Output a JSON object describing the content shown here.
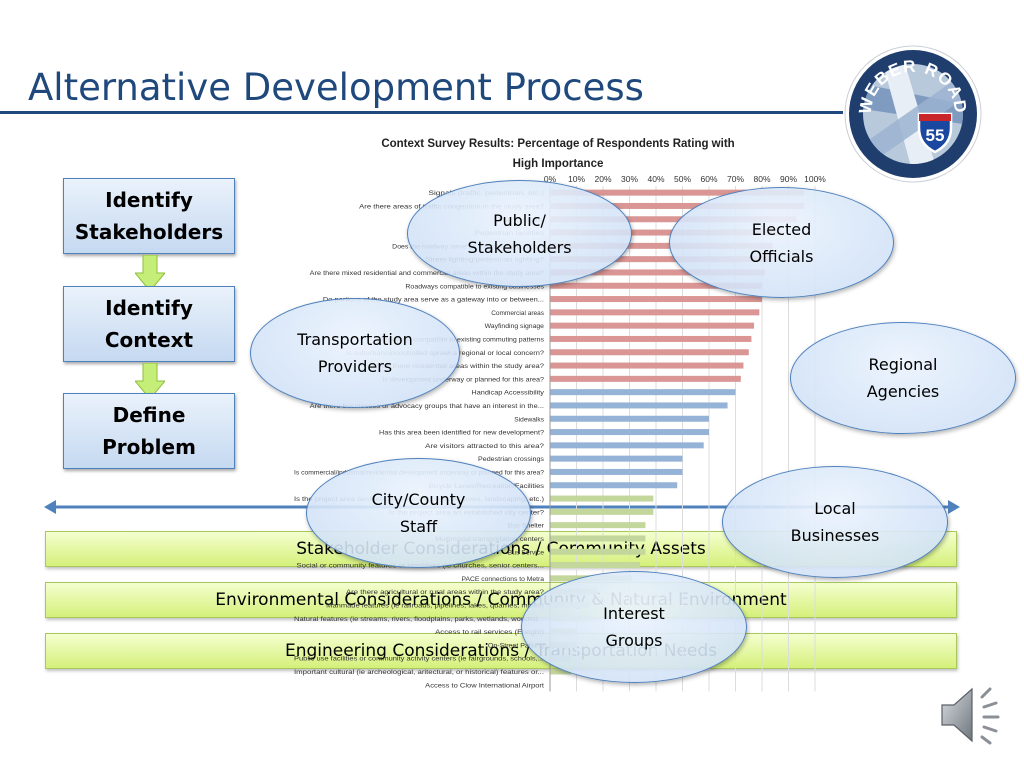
{
  "slide": {
    "title": "Alternative Development Process"
  },
  "logo": {
    "text": "WEBER ROAD",
    "shield_number": "55"
  },
  "steps": [
    {
      "label": "Identify\nStakeholders"
    },
    {
      "label": "Identify\nContext"
    },
    {
      "label": "Define\nProblem"
    }
  ],
  "bands": [
    {
      "label": "Stakeholder Considerations / Community Assets"
    },
    {
      "label": "Environmental Considerations / Community & Natural Environment"
    },
    {
      "label": "Engineering Considerations / Transportation Needs"
    }
  ],
  "bubbles": [
    {
      "label": "Public/\nStakeholders"
    },
    {
      "label": "Elected\nOfficials"
    },
    {
      "label": "Transportation\nProviders"
    },
    {
      "label": "Regional\nAgencies"
    },
    {
      "label": "City/County\nStaff"
    },
    {
      "label": "Local\nBusinesses"
    },
    {
      "label": "Interest\nGroups"
    }
  ],
  "colors": {
    "title": "#1f497d",
    "red_bar": "#d99694",
    "blue_bar": "#95b3d7",
    "green_bar": "#c3d69b"
  },
  "chart_data": {
    "type": "bar",
    "orientation": "horizontal",
    "title": "Context Survey Results: Percentage of Respondents Rating with High Importance",
    "xlim": [
      0,
      100
    ],
    "xticks": [
      "0%",
      "10%",
      "20%",
      "30%",
      "40%",
      "50%",
      "60%",
      "70%",
      "80%",
      "90%",
      "100%"
    ],
    "grid": true,
    "series": [
      {
        "color_group": "red",
        "categories": [
          "Signals (traffic, pedestrian, etc.)",
          "Are there areas of traffic congestion in the study area?",
          "Traffic safety",
          "Pedestrian facilities",
          "Does the roadway serve as a commuter corridor?",
          "Street lighting/pedestrian lighting?",
          "Are there mixed residential and commercial areas within the study area?",
          "Roadways compatible to existing businesses",
          "Do portions of the study area serve as a gateway into or between...",
          "Commercial areas",
          "Wayfinding signage",
          "Roadways compatible to existing commuting patterns",
          "Is suburban/uncontrolled sprawl a regional or local concern?",
          "Are there residential areas within the study area?",
          "Is development underway or planned for this area?"
        ],
        "values": [
          96,
          96,
          93,
          87,
          84,
          84,
          81,
          80,
          80,
          79,
          77,
          76,
          75,
          73,
          72
        ]
      },
      {
        "color_group": "blue",
        "categories": [
          "Handicap Accessibility",
          "Are there businesses or advocacy groups that have an interest in the...",
          "Sidewalks",
          "Has this area been identified for new development?",
          "Are visitors attracted to this area?",
          "Pedestrian crossings",
          "Is commercial/industrial/residential development underway or planned for this area?",
          "Bicycle Lanes/Recreation/Facilities"
        ],
        "values": [
          70,
          67,
          60,
          60,
          58,
          50,
          50,
          48
        ]
      },
      {
        "color_group": "green",
        "categories": [
          "Is the project area aesthetically pleasing (ie street trees, landscaping, etc.)",
          "Is the project area an established city center?",
          "Bus Shelter",
          "Multimodal transportation centers",
          "Bus Service",
          "Social or community features or identifiers (ie churches, senior centers...",
          "PACE connections to Metra",
          "Are there agricultural or rural areas within the study area?",
          "Manmade features (ie railroads, pipelines, lakes, quarries, mines)",
          "Natural features (ie streams, rivers, floodplains, parks, wetlands, wooded...",
          "Access to rail services (Freight)",
          "On-Street Parking",
          "Public use facilities or community activity centers (ie fairgrounds, schools,...",
          "Important cultural (ie archeological, aritectural, or historical) features or...",
          "Access to Clow International Airport"
        ],
        "values": [
          39,
          39,
          36,
          36,
          36,
          34,
          31,
          18,
          15,
          15,
          10,
          10,
          8,
          8,
          0
        ]
      }
    ]
  }
}
